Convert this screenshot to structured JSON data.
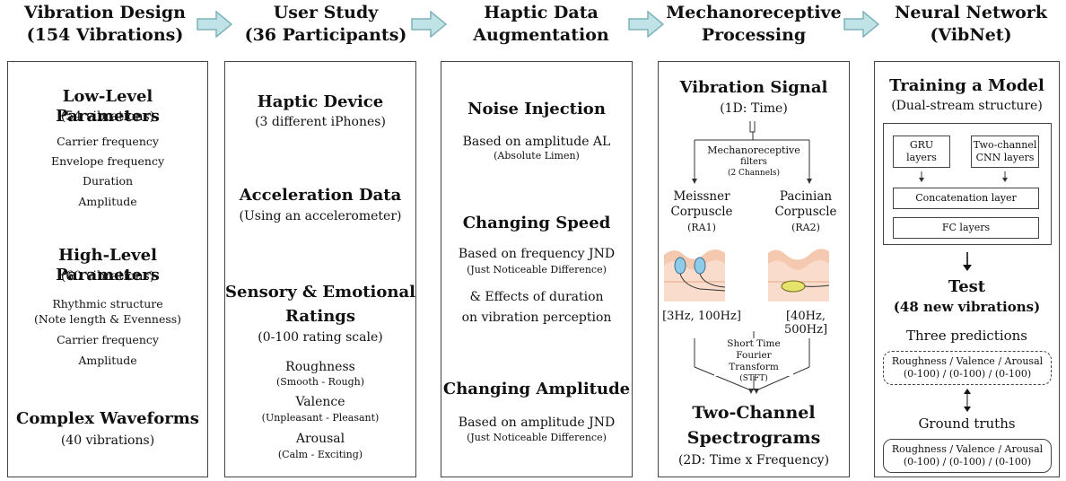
{
  "pipeline": [
    {
      "title_line1": "Vibration Design",
      "title_line2": "(154 Vibrations)"
    },
    {
      "title_line1": "User Study",
      "title_line2": "(36 Participants)"
    },
    {
      "title_line1": "Haptic Data",
      "title_line2": "Augmentation"
    },
    {
      "title_line1": "Mechanoreceptive",
      "title_line2": "Processing"
    },
    {
      "title_line1": "Neural Network",
      "title_line2": "(VibNet)"
    }
  ],
  "design": {
    "low_title": "Low-Level Parameters",
    "low_count": "(54 vibrations)",
    "low_items": [
      "Carrier frequency",
      "Envelope frequency",
      "Duration",
      "Amplitude"
    ],
    "high_title": "High-Level Parameters",
    "high_count": "(60 vibrations)",
    "high_items": [
      "Rhythmic structure",
      "(Note length & Evenness)",
      "Carrier frequency",
      "Amplitude"
    ],
    "complex_title": "Complex Waveforms",
    "complex_count": "(40 vibrations)"
  },
  "study": {
    "device_title": "Haptic Device",
    "device_sub": "(3 different iPhones)",
    "accel_title": "Acceleration Data",
    "accel_sub": "(Using an accelerometer)",
    "ratings_title1": "Sensory & Emotional",
    "ratings_title2": "Ratings",
    "ratings_sub": "(0-100 rating scale)",
    "roughness": "Roughness",
    "roughness_range": "(Smooth - Rough)",
    "valence": "Valence",
    "valence_range": "(Unpleasant - Pleasant)",
    "arousal": "Arousal",
    "arousal_range": "(Calm - Exciting)"
  },
  "augment": {
    "noise_title": "Noise Injection",
    "noise_desc": "Based on amplitude AL",
    "noise_note": "(Absolute Limen)",
    "speed_title": "Changing Speed",
    "speed_desc": "Based on frequency JND",
    "speed_note": "(Just Noticeable Difference)",
    "speed_extra1": "& Effects of duration",
    "speed_extra2": "on vibration perception",
    "amp_title": "Changing Amplitude",
    "amp_desc": "Based on amplitude JND",
    "amp_note": "(Just Noticeable Difference)"
  },
  "mechano": {
    "signal_title": "Vibration Signal",
    "signal_sub": "(1D: Time)",
    "filters1": "Mechanoreceptive",
    "filters2": "filters",
    "filters3": "(2 Channels)",
    "meissner1": "Meissner",
    "meissner2": "Corpuscle",
    "meissner3": "(RA1)",
    "pacinian1": "Pacinian",
    "pacinian2": "Corpuscle",
    "pacinian3": "(RA2)",
    "range_left": "[3Hz, 100Hz]",
    "range_right": "[40Hz, 500Hz]",
    "stft1": "Short Time",
    "stft2": "Fourier Transform",
    "stft3": "(STFT)",
    "out_title1": "Two-Channel",
    "out_title2": "Spectrograms",
    "out_sub": "(2D: Time x Frequency)"
  },
  "network": {
    "train_title": "Training a Model",
    "train_sub": "(Dual-stream structure)",
    "gru": "GRU layers",
    "cnn1": "Two-channel",
    "cnn2": "CNN layers",
    "concat": "Concatenation layer",
    "fc": "FC layers",
    "test_title": "Test",
    "test_sub": "(48 new vibrations)",
    "predictions": "Three predictions",
    "pred_box1": "Roughness / Valence / Arousal",
    "pred_box2": "(0-100) / (0-100) / (0-100)",
    "truths": "Ground truths",
    "truth_box1": "Roughness / Valence / Arousal",
    "truth_box2": "(0-100) / (0-100) / (0-100)"
  },
  "colors": {
    "arrow_fill": "#bfe3e6",
    "arrow_stroke": "#7fb3b8",
    "skin": "#f4c9b0",
    "skin_dark": "#e9a98a"
  }
}
